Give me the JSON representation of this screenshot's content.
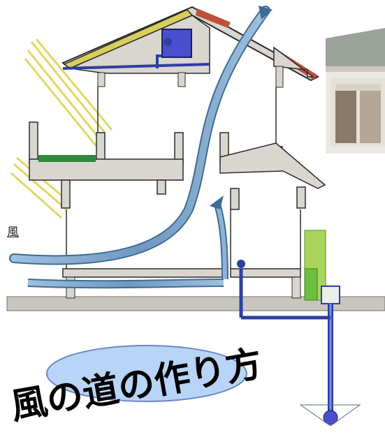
{
  "side_label": "風",
  "title": "風の道の作り方",
  "colors": {
    "wall_fill": "#d9d6d0",
    "wall_stroke": "#2b2b2b",
    "roof_red": "#c0503a",
    "solar_yellow": "#d7cf5a",
    "sun_rays": "#e2d765",
    "pipe_blue": "#2d3fa0",
    "tank_blue": "#4a4fd0",
    "air_blue": "#7fa3c9",
    "air_dark": "#3f6c94",
    "green_garden": "#2f8a3a",
    "green_box": "#a9d65a",
    "ellipse_fill": "#b8d4f7",
    "ellipse_stroke": "#6a86c8",
    "ground": "#c9c6bf"
  },
  "icons": [
    "house-section-illustration",
    "house-photo",
    "wind-arrow-icon"
  ]
}
